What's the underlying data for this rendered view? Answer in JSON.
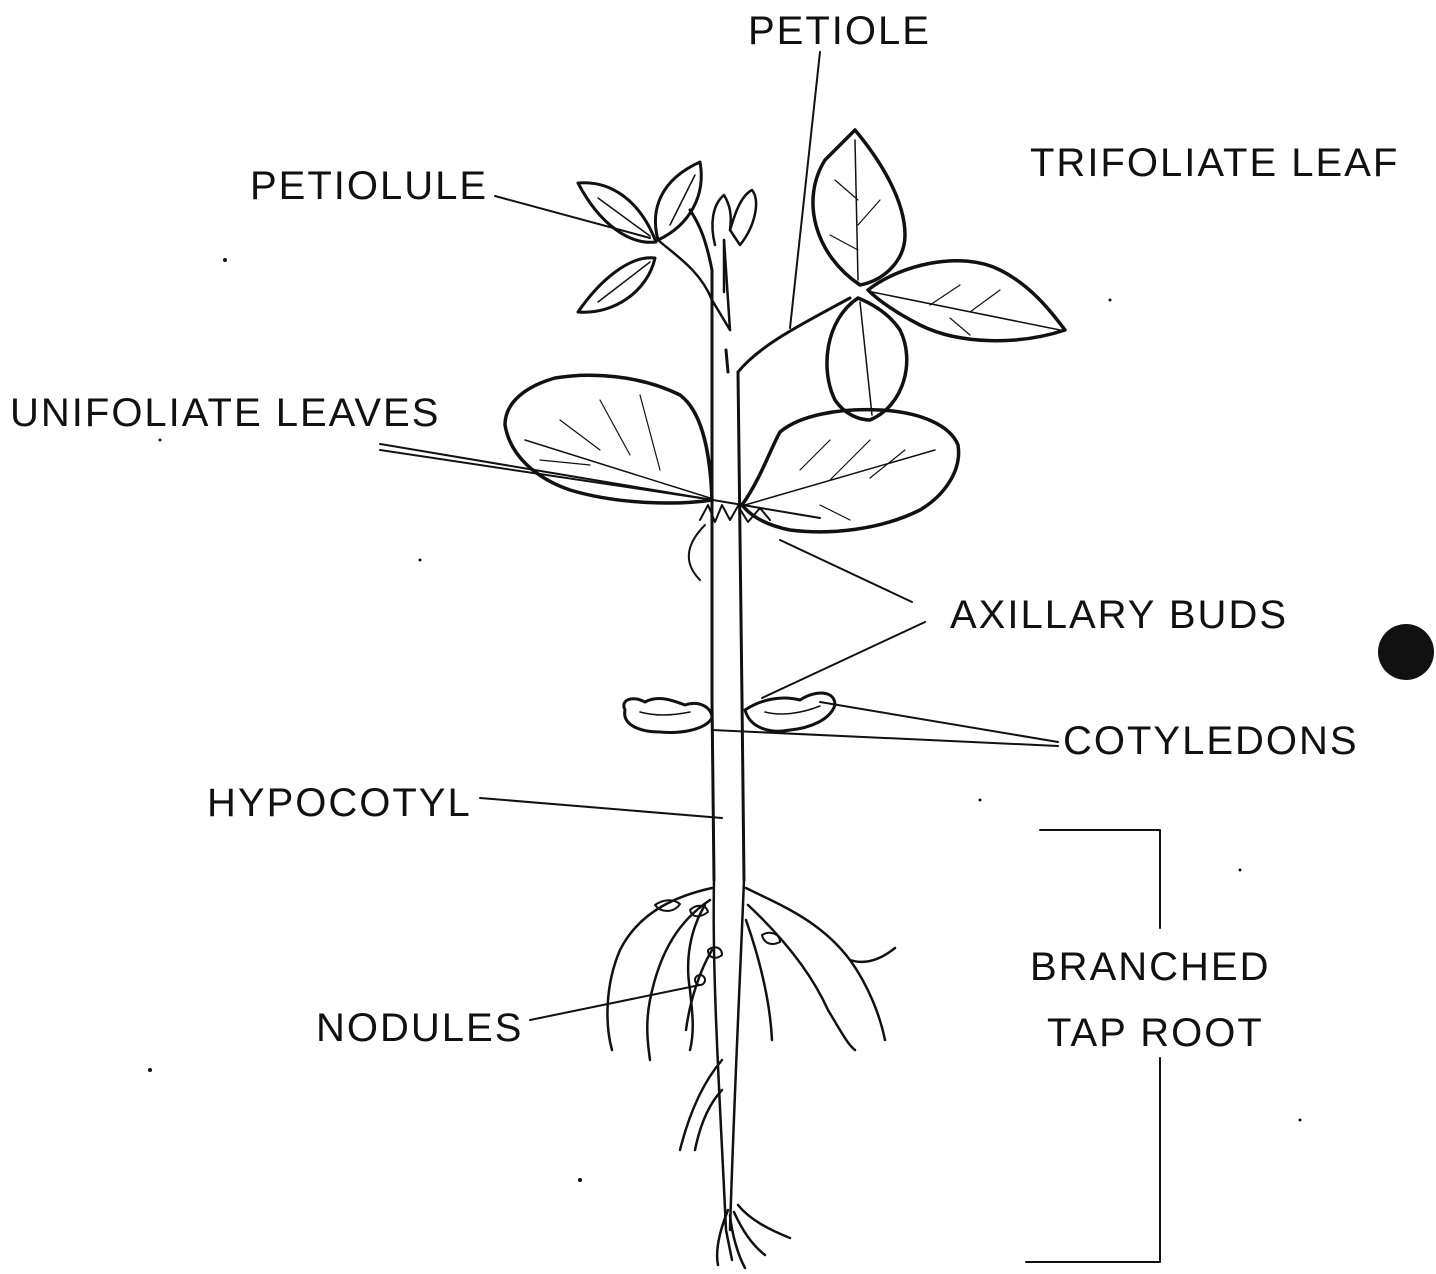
{
  "labels": {
    "petiole": "PETIOLE",
    "trifoliate_leaf": "TRIFOLIATE LEAF",
    "petiolule": "PETIOLULE",
    "unifoliate_leaves": "UNIFOLIATE LEAVES",
    "axillary_buds": "AXILLARY BUDS",
    "cotyledons": "COTYLEDONS",
    "hypocotyl": "HYPOCOTYL",
    "branched": "BRANCHED",
    "tap_root": "TAP ROOT",
    "nodules": "NODULES"
  },
  "colors": {
    "ink": "#111111",
    "paper": "#ffffff"
  }
}
